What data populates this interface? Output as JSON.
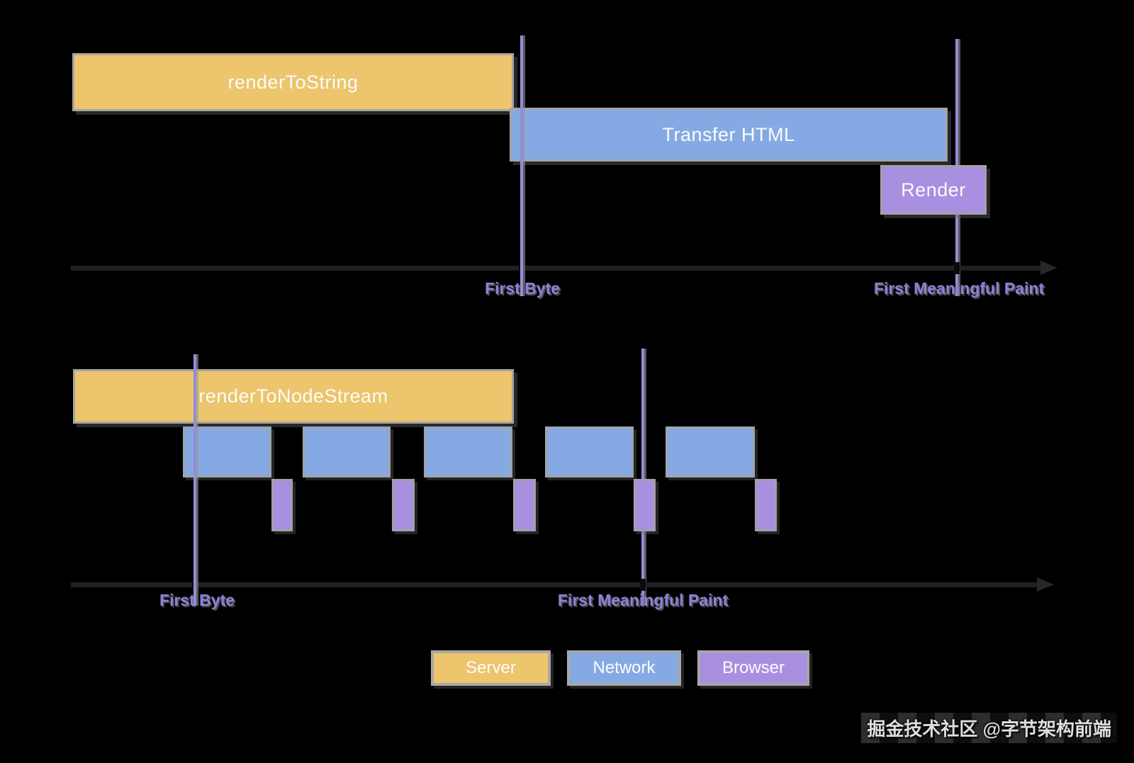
{
  "colors": {
    "background": "#000000",
    "server": "#ecc56c",
    "network": "#85aae3",
    "browser": "#a88fe0",
    "marker_line": "#948cd8",
    "marker_label": "#8b83d9",
    "axis": "#202025",
    "bar_border": "#a3a2a5",
    "bar_text": "#fbfbfb"
  },
  "top_chart": {
    "server_bar": {
      "label": "renderToString"
    },
    "network_bar": {
      "label": "Transfer HTML"
    },
    "browser_bar": {
      "label": "Render"
    },
    "markers": [
      {
        "label": "First Byte"
      },
      {
        "label": "First Meaningful Paint"
      }
    ]
  },
  "bottom_chart": {
    "server_bar": {
      "label": "renderToNodeStream"
    },
    "network_chunk_count": 5,
    "browser_chunk_count": 5,
    "markers": [
      {
        "label": "First Byte"
      },
      {
        "label": "First Meaningful Paint"
      }
    ]
  },
  "legend": [
    {
      "label": "Server",
      "color": "#ecc56c"
    },
    {
      "label": "Network",
      "color": "#85aae3"
    },
    {
      "label": "Browser",
      "color": "#a88fe0"
    }
  ],
  "watermark": "掘金技术社区 @字节架构前端"
}
